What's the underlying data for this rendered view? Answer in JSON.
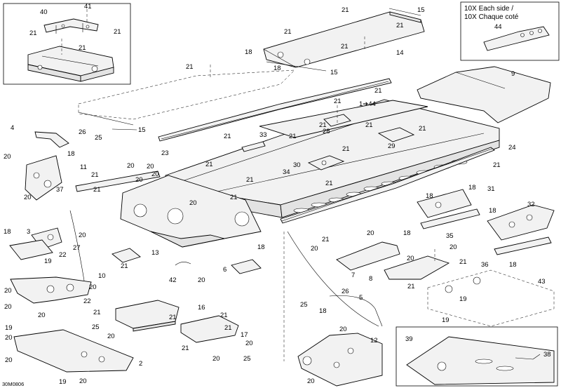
{
  "diagram": {
    "drawing_code": "30M0806",
    "note": {
      "line1": "10X Each side /",
      "line2": "10X Chaque coté",
      "part": "44"
    },
    "callouts": {
      "c40": "40",
      "c41": "41",
      "c21a": "21",
      "c21b": "21",
      "c21c": "21",
      "c15a": "15",
      "c21d": "21",
      "c21e": "21",
      "c21f": "21",
      "c14": "14",
      "c18a": "18",
      "c18b": "18",
      "c21g": "21",
      "c21h": "21",
      "c15b": "15",
      "c21i": "21",
      "c15c": "15",
      "c9": "9",
      "c21j": "21",
      "c1arrow": "1➔44",
      "c21k": "21",
      "c21l": "21",
      "c21m": "21",
      "c28": "28",
      "c21n": "21",
      "c21o": "21",
      "c4": "4",
      "c26a": "26",
      "c25a": "25",
      "c18c": "18",
      "c21p": "21",
      "c33": "33",
      "c21q": "21",
      "c23": "23",
      "c29": "29",
      "c24": "24",
      "c21r": "21",
      "c30": "30",
      "c34": "34",
      "c21s": "21",
      "c20a": "20",
      "c11": "11",
      "c20b": "20",
      "c20c": "20",
      "c21t": "21",
      "c21u": "21",
      "c20d": "20",
      "c20e": "20",
      "c37": "37",
      "c21v": "21",
      "c20f": "20",
      "c20g": "20",
      "c21w": "21",
      "c18d": "18",
      "c31": "31",
      "c18e": "18",
      "c32": "32",
      "c18f": "18",
      "c3": "3",
      "c20h": "20",
      "c27": "27",
      "c22a": "22",
      "c19a": "19",
      "c21x": "21",
      "c20i": "20",
      "c35": "35",
      "c18g": "18",
      "c18h": "18",
      "c20j": "20",
      "c13": "13",
      "c21y": "21",
      "c20k": "20",
      "c20l": "20",
      "c7": "7",
      "c36": "36",
      "c18i": "18",
      "c10": "10",
      "c42": "42",
      "c20m": "20",
      "c6": "6",
      "c20n": "20",
      "c20o": "20",
      "c20p": "20",
      "c22b": "22",
      "c20q": "20",
      "c21z": "21",
      "c8": "8",
      "c43": "43",
      "c21aa": "21",
      "c26b": "26",
      "c5": "5",
      "c25b": "25",
      "c18j": "18",
      "c21ab": "21",
      "c16": "16",
      "c21ac": "21",
      "c21ad": "21",
      "c19b": "19",
      "c19c": "19",
      "c25c": "25",
      "c20r": "20",
      "c21ae": "21",
      "c17": "17",
      "c20s": "20",
      "c20t": "20",
      "c19d": "19",
      "c20u": "20",
      "c21af": "21",
      "c25d": "25",
      "c20v": "20",
      "c12": "12",
      "c39": "39",
      "c38": "38",
      "c2": "2",
      "c20w": "20",
      "c19e": "19",
      "c20x": "20",
      "c20y": "20"
    }
  }
}
